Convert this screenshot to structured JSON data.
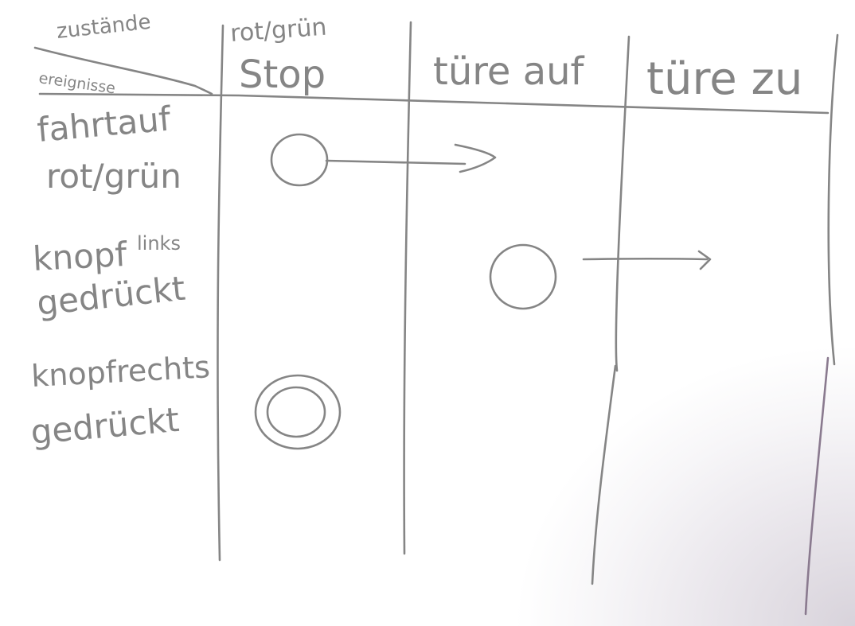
{
  "header": {
    "corner_top": "zustände",
    "corner_bottom": "ereignisse"
  },
  "states": [
    {
      "id": "state-stop",
      "sublabel": "rot/grün",
      "label": "Stop"
    },
    {
      "id": "state-tuere-auf",
      "sublabel": "",
      "label": "türe auf"
    },
    {
      "id": "state-tuere-zu",
      "sublabel": "",
      "label": "türe zu"
    }
  ],
  "events": [
    {
      "id": "event-fahrtaufrotgruen",
      "line1": "fahrtauf",
      "line2": "rot/grün"
    },
    {
      "id": "event-knopf-links",
      "line1": "knopf",
      "line1_sup": "links",
      "line2": "gedrückt"
    },
    {
      "id": "event-knopf-rechts",
      "line1": "knopfrechts",
      "line2": "gedrückt"
    }
  ],
  "cells": [
    {
      "event": 0,
      "state": 0,
      "marker": "circle",
      "arrow_to_state": 1
    },
    {
      "event": 1,
      "state": 1,
      "marker": "circle",
      "arrow_to_state": 2
    },
    {
      "event": 2,
      "state": 0,
      "marker": "double-circle",
      "arrow_to_state": null
    }
  ],
  "colors": {
    "ink": "#858585",
    "accent_line": "#8a7a8f"
  }
}
